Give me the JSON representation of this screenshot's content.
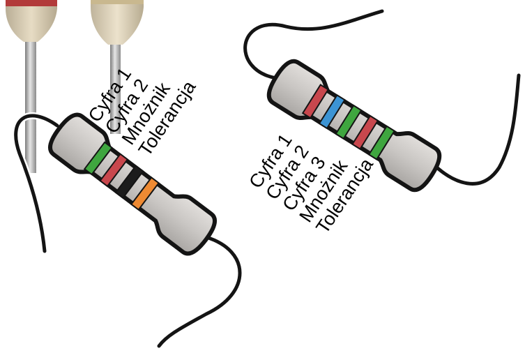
{
  "colors": {
    "body": "#c9c6c3",
    "outline": "#141414",
    "lead": "#141414",
    "band_green": "#3fa63f",
    "band_red": "#c8474d",
    "band_black": "#1c1c1c",
    "band_orange": "#ee8a33",
    "band_blue": "#3c94d4",
    "photo_wire": "#9b9b9b",
    "photo_cap_red": "#b23a3a",
    "photo_cap_tan": "#d2c3a3"
  },
  "photo_leads": {
    "description_icons": [
      "photo-component-lead-icon",
      "photo-component-lead-icon"
    ]
  },
  "resistor_left": {
    "icon": "four-band-resistor-icon",
    "bands": [
      "green",
      "red",
      "black",
      "orange"
    ],
    "labels": [
      "Cyfra 1",
      "Cyfra 2",
      "Mnożnik",
      "Tolerancja"
    ]
  },
  "resistor_right": {
    "icon": "five-band-resistor-icon",
    "bands": [
      "red",
      "blue",
      "green",
      "red",
      "green"
    ],
    "labels": [
      "Cyfra 1",
      "Cyfra 2",
      "Cyfra 3",
      "Mnożnik",
      "Tolerancja"
    ]
  }
}
